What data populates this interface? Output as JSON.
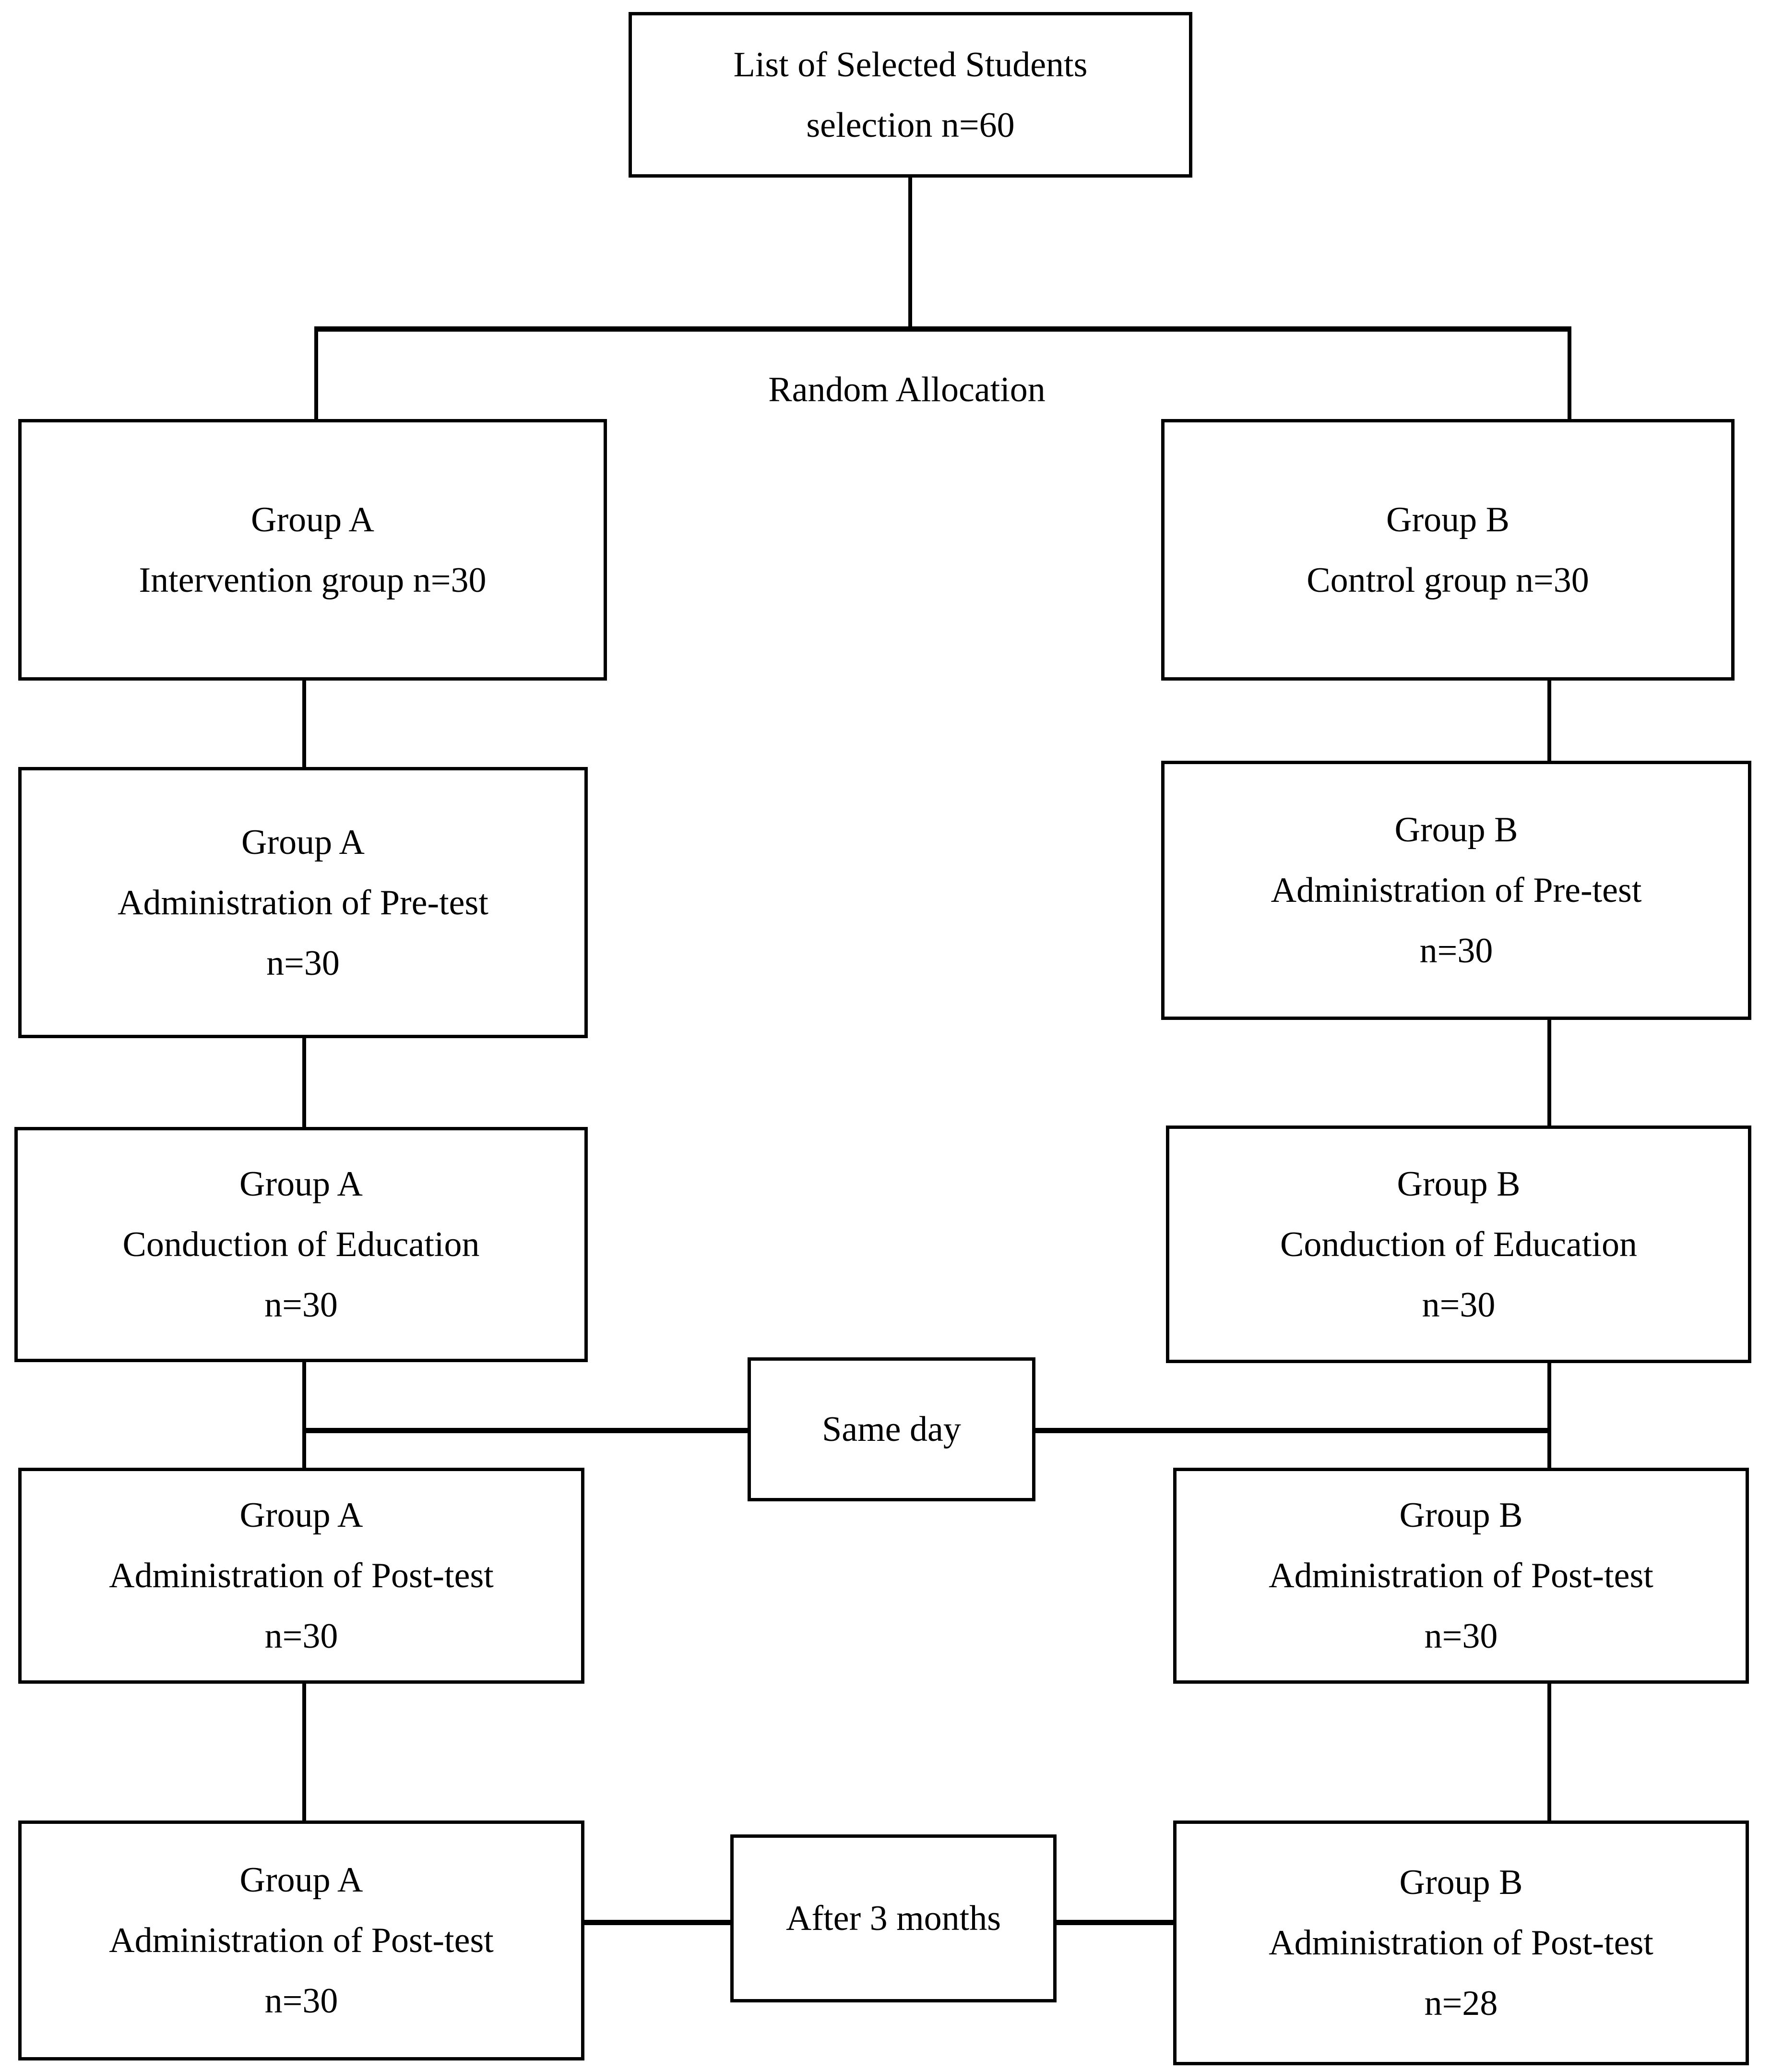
{
  "diagram": {
    "title": "Randomized controlled trial flow diagram",
    "colors": {
      "stroke": "#000000",
      "background": "#ffffff",
      "text": "#000000"
    },
    "labels": {
      "random_allocation": "Random Allocation"
    },
    "nodes": {
      "selection": {
        "line1": "List of Selected Students",
        "line2": "selection n=60"
      },
      "group_a_alloc": {
        "line1": "Group A",
        "line2": "Intervention group n=30"
      },
      "group_b_alloc": {
        "line1": "Group B",
        "line2": "Control group n=30"
      },
      "group_a_pretest": {
        "line1": "Group A",
        "line2": "Administration of Pre-test",
        "line3": "n=30"
      },
      "group_b_pretest": {
        "line1": "Group B",
        "line2": "Administration of Pre-test",
        "line3": "n=30"
      },
      "group_a_education": {
        "line1": "Group A",
        "line2": "Conduction of Education",
        "line3": "n=30"
      },
      "group_b_education": {
        "line1": "Group B",
        "line2": "Conduction of Education",
        "line3": "n=30"
      },
      "same_day": {
        "line1": "Same day"
      },
      "group_a_posttest1": {
        "line1": "Group A",
        "line2": "Administration of Post-test",
        "line3": "n=30"
      },
      "group_b_posttest1": {
        "line1": "Group B",
        "line2": "Administration of Post-test",
        "line3": "n=30"
      },
      "after_3_months": {
        "line1": "After 3 months"
      },
      "group_a_posttest2": {
        "line1": "Group A",
        "line2": "Administration of Post-test",
        "line3": "n=30"
      },
      "group_b_posttest2": {
        "line1": "Group B",
        "line2": "Administration of Post-test",
        "line3": "n=28"
      }
    }
  }
}
